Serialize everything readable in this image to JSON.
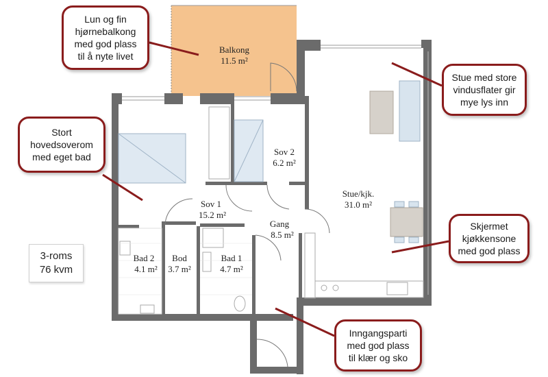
{
  "rooms": {
    "balkong": {
      "name": "Balkong",
      "area": "11.5 m²"
    },
    "stue": {
      "name": "Stue/kjk.",
      "area": "31.0 m²"
    },
    "sov1": {
      "name": "Sov 1",
      "area": "15.2 m²"
    },
    "sov2": {
      "name": "Sov 2",
      "area": "6.2 m²"
    },
    "gang": {
      "name": "Gang",
      "area": "8.5 m²"
    },
    "bad1": {
      "name": "Bad 1",
      "area": "4.7 m²"
    },
    "bad2": {
      "name": "Bad 2",
      "area": "4.1 m²"
    },
    "bod": {
      "name": "Bod",
      "area": "3.7 m²"
    }
  },
  "callouts": {
    "balkong": "Lun og fin\nhjørnebalkong\nmed god plass\ntil å nyte livet",
    "stue": "Stue med store\nvindusflater gir\nmye lys inn",
    "sov1": "Stort\nhovedsoverom\nmed eget bad",
    "kjokken": "Skjermet\nkjøkkensone\nmed god plass",
    "inngang": "Inngangsparti\nmed god plass\ntil klær og sko"
  },
  "info": {
    "type": "3-roms",
    "size": "76 kvm"
  },
  "colors": {
    "balcony": "#f5c38e",
    "wall": "#6b6b6b",
    "callout_border": "#8a1c1c",
    "furniture": "#d8e4ee"
  }
}
